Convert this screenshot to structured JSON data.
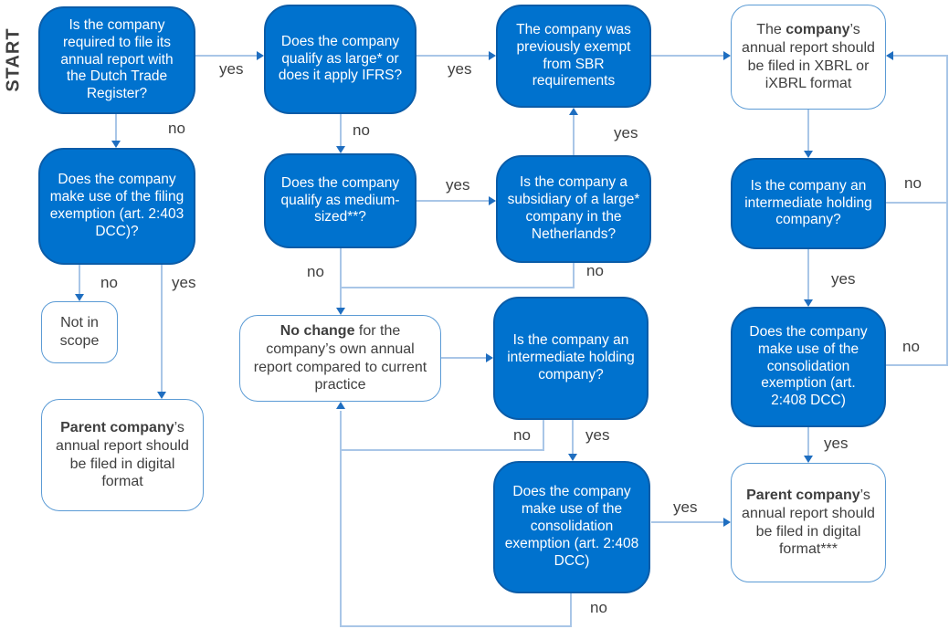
{
  "start_label": "START",
  "colors": {
    "node_fill": "#0072CE",
    "node_border": "#0a5ca8",
    "outline_border": "#5B9BD5",
    "line": "#A9C6E7",
    "arrow": "#1F6EC0",
    "text_dark": "#3F3F3F"
  },
  "nodes": {
    "q_file": {
      "text": "Is the company required to file its annual report with the Dutch Trade Register?"
    },
    "q_large": {
      "text": "Does the company qualify as large* or does it apply IFRS?"
    },
    "prev_exempt": {
      "text": "The company was previously exempt from SBR requirements"
    },
    "xbrl": {
      "pre": "The ",
      "bold": "company",
      "post": "’s annual report should be filed in XBRL or iXBRL format"
    },
    "q_filing_exemption": {
      "text": "Does the company make use of the filing exemption (art. 2:403 DCC)?"
    },
    "q_medium": {
      "text": "Does the company qualify as medium-sized**?"
    },
    "q_subsidiary": {
      "text": "Is the company a subsidiary of a large* company in the Netherlands?"
    },
    "q_holding_right": {
      "text": "Is the company an intermediate holding company?"
    },
    "not_in_scope": {
      "text": "Not in scope"
    },
    "parent_digital": {
      "bold": "Parent company",
      "post": "’s annual report should be filed in digital format"
    },
    "no_change": {
      "bold": "No change",
      "post": " for the company’s own annual report compared to current practice"
    },
    "q_holding_mid": {
      "text": "Is the company an intermediate holding company?"
    },
    "q_consolidation_right": {
      "text": "Does the company make use of the consolidation exemption (art. 2:408 DCC)"
    },
    "q_consolidation_mid": {
      "text": "Does the company make use of the consolidation exemption (art. 2:408 DCC)"
    },
    "parent_digital_3": {
      "bold": "Parent company",
      "post": "’s annual report should be filed in digital format***"
    }
  },
  "edge_labels": {
    "file_yes": "yes",
    "file_no": "no",
    "large_yes": "yes",
    "large_no": "no",
    "medium_yes": "yes",
    "medium_no": "no",
    "subsidiary_yes": "yes",
    "subsidiary_no": "no",
    "filing_no": "no",
    "filing_yes": "yes",
    "holding_right_no": "no",
    "holding_right_yes": "yes",
    "consolidation_right_no": "no",
    "consolidation_right_yes": "yes",
    "holding_mid_no": "no",
    "holding_mid_yes": "yes",
    "consolidation_mid_yes": "yes",
    "consolidation_mid_no": "no"
  }
}
